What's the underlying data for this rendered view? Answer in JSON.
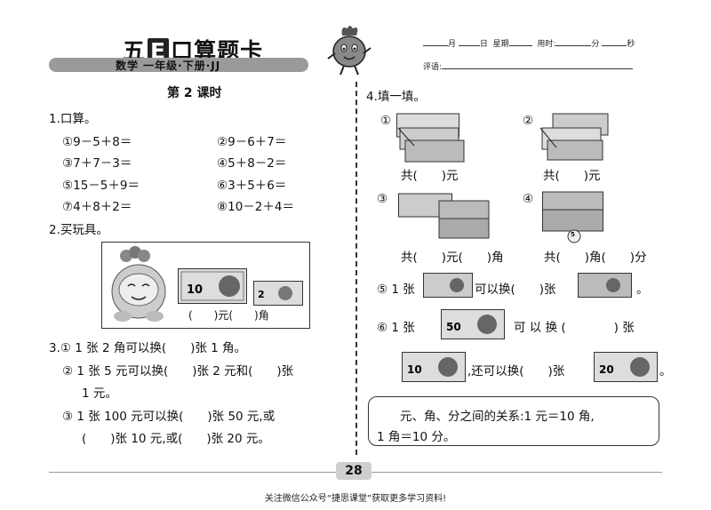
{
  "header": {
    "brand_pre": "五",
    "brand_e": "E",
    "brand_post": "口算题卡",
    "subtitle": "数学 一年级·下册·JJ",
    "date_month": "月",
    "date_day": "日",
    "date_weekday": "星期",
    "time_used": "用时:",
    "time_min": "分",
    "time_sec": "秒",
    "comment": "评语:"
  },
  "lesson_title": "第 2 课时",
  "q1": {
    "label": "1.口算。",
    "items": [
      "①9－5＋8＝",
      "②9－6＋7＝",
      "③7＋7－3＝",
      "④5＋8－2＝",
      "⑤15－5＋9＝",
      "⑥3＋5＋6＝",
      "⑦4＋8＋2＝",
      "⑧10－2＋4＝"
    ]
  },
  "q2": {
    "label": "2.买玩具。",
    "price_line": "(　　)元(　　)角",
    "bill_values": [
      "10",
      "2"
    ]
  },
  "q3": {
    "a": "3.① 1 张 2 角可以换(　　)张 1 角。",
    "b1": "② 1 张 5 元可以换(　　)张 2 元和(　　)张",
    "b2": "1 元。",
    "c1": "③ 1 张 100 元可以换(　　)张 50 元,或",
    "c2": "(　　)张 10 元,或(　　)张 20 元。"
  },
  "q4": {
    "label": "4.填一填。",
    "n1": "①",
    "n2": "②",
    "n3": "③",
    "n4": "④",
    "a1": "共(　　)元",
    "a2": "共(　　)元",
    "a3": "共(　　)元(　　)角",
    "a4": "共(　　)角(　　)分",
    "coin": "5",
    "item5_pre": "⑤ 1 张",
    "item5_mid": "可以换(　　)张",
    "item5_end": "。",
    "item6_pre": "⑥ 1 张",
    "item6_mid": "可 以 换 (　　　　) 张",
    "item6_mid2": ",还可以换(　　)张",
    "item6_end": "。",
    "bill_values": [
      "10",
      "50",
      "20"
    ],
    "note": "元、角、分之间的关系:1 元＝10 角,",
    "note2": "1 角＝10 分。"
  },
  "page_number": "28",
  "footer": "关注微信公众号“捷思课堂”获取更多学习资料!"
}
